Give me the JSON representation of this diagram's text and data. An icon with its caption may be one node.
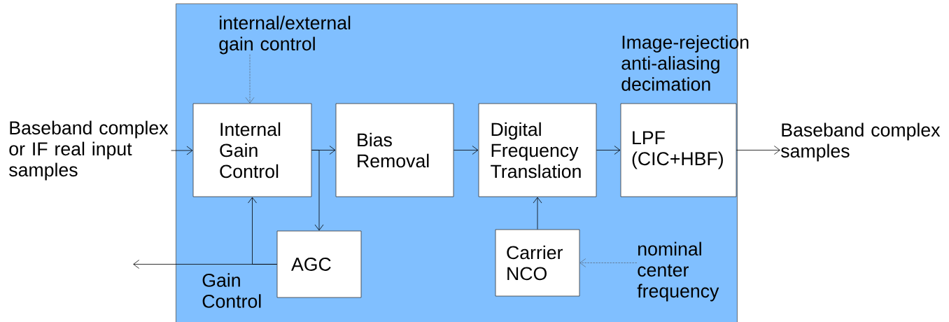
{
  "diagram": {
    "nodes": [
      {
        "text": [],
        "shape": "box"
      },
      {
        "text": [
          "Baseband complex or IF real input samples"
        ]
      },
      {
        "text": [
          "internal/external gain control"
        ],
        "in": 0
      },
      {
        "text": [
          "Internal Gain Control"
        ],
        "in": 0
      },
      {
        "text": [
          "Bias Removal"
        ],
        "in": 0
      },
      {
        "text": [
          "Digital Frequency Translation"
        ],
        "in": 0
      },
      {
        "text": [
          "LPF (CIC+HBF)"
        ],
        "beside": [
          "Image-rejection anti-aliasing decimation"
        ],
        "in": 0
      },
      {
        "text": [
          "Baseband complex samples"
        ]
      },
      {
        "text": [
          "AGC"
        ],
        "in": 0
      },
      {
        "text": [
          "Carrier NCO"
        ],
        "in": 0
      },
      {
        "text": [
          "nominal center frequency"
        ],
        "in": 0
      }
    ],
    "edges": [
      {
        "from": 1,
        "to": 3,
        "arrow": "to"
      },
      {
        "from": 2,
        "to": 3,
        "arrow": "to",
        "style": "dashed"
      },
      {
        "from": 3,
        "to": 4,
        "arrow": "to"
      },
      {
        "from": 3,
        "to": 8,
        "arrow": "to"
      },
      {
        "from": 8,
        "to": 3,
        "arrow": "to"
      },
      {
        "from": 8,
        "to": null,
        "arrow": "to",
        "label": "Gain Control"
      },
      {
        "from": 4,
        "to": 5,
        "arrow": "to"
      },
      {
        "from": 5,
        "to": 6,
        "arrow": "to"
      },
      {
        "from": 6,
        "to": 7,
        "arrow": "to"
      },
      {
        "from": 9,
        "to": 5,
        "arrow": "to"
      },
      {
        "from": 10,
        "to": 9,
        "arrow": "to",
        "style": "dashed"
      }
    ]
  }
}
